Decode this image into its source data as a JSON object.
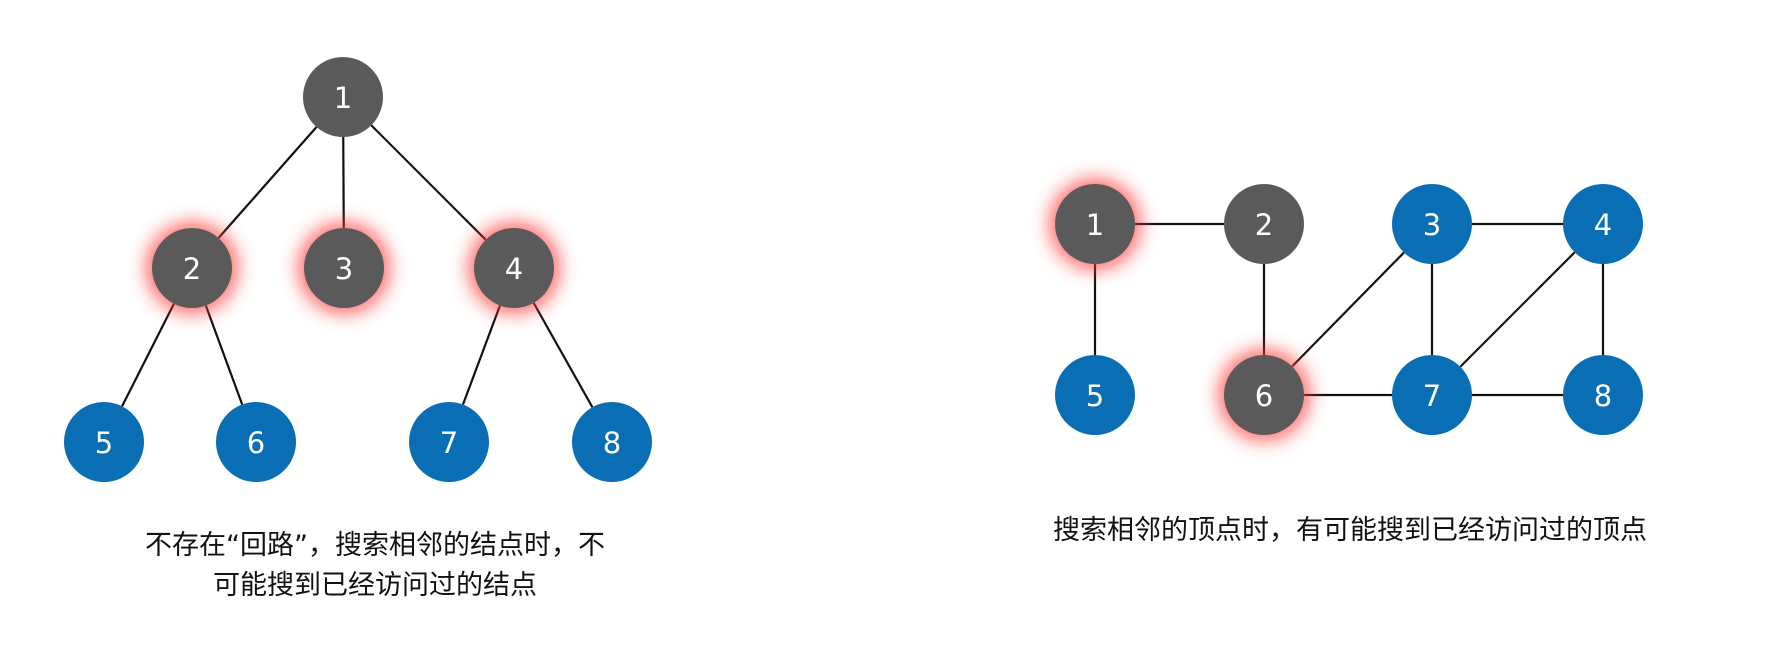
{
  "colors": {
    "visited": "#5a5a5a",
    "unvisited": "#0a6eb4",
    "highlight_glow": "#ff3b3b",
    "edge": "#111111"
  },
  "tree": {
    "nodes": [
      {
        "id": "1",
        "label": "1",
        "state": "visited",
        "highlight": false
      },
      {
        "id": "2",
        "label": "2",
        "state": "visited",
        "highlight": true
      },
      {
        "id": "3",
        "label": "3",
        "state": "visited",
        "highlight": true
      },
      {
        "id": "4",
        "label": "4",
        "state": "visited",
        "highlight": true
      },
      {
        "id": "5",
        "label": "5",
        "state": "unvisited",
        "highlight": false
      },
      {
        "id": "6",
        "label": "6",
        "state": "unvisited",
        "highlight": false
      },
      {
        "id": "7",
        "label": "7",
        "state": "unvisited",
        "highlight": false
      },
      {
        "id": "8",
        "label": "8",
        "state": "unvisited",
        "highlight": false
      }
    ],
    "edges": [
      [
        "1",
        "2"
      ],
      [
        "1",
        "3"
      ],
      [
        "1",
        "4"
      ],
      [
        "2",
        "5"
      ],
      [
        "2",
        "6"
      ],
      [
        "4",
        "7"
      ],
      [
        "4",
        "8"
      ]
    ],
    "caption_line1": "不存在“回路”，搜索相邻的结点时，不",
    "caption_line2": "可能搜到已经访问过的结点"
  },
  "graph": {
    "nodes": [
      {
        "id": "1",
        "label": "1",
        "state": "visited",
        "highlight": true
      },
      {
        "id": "2",
        "label": "2",
        "state": "visited",
        "highlight": false
      },
      {
        "id": "3",
        "label": "3",
        "state": "unvisited",
        "highlight": false
      },
      {
        "id": "4",
        "label": "4",
        "state": "unvisited",
        "highlight": false
      },
      {
        "id": "5",
        "label": "5",
        "state": "unvisited",
        "highlight": false
      },
      {
        "id": "6",
        "label": "6",
        "state": "visited",
        "highlight": true
      },
      {
        "id": "7",
        "label": "7",
        "state": "unvisited",
        "highlight": false
      },
      {
        "id": "8",
        "label": "8",
        "state": "unvisited",
        "highlight": false
      }
    ],
    "edges": [
      [
        "1",
        "2"
      ],
      [
        "1",
        "5"
      ],
      [
        "2",
        "6"
      ],
      [
        "3",
        "4"
      ],
      [
        "3",
        "6"
      ],
      [
        "3",
        "7"
      ],
      [
        "4",
        "7"
      ],
      [
        "4",
        "8"
      ],
      [
        "6",
        "7"
      ],
      [
        "7",
        "8"
      ]
    ],
    "caption": "搜索相邻的顶点时，有可能搜到已经访问过的顶点"
  }
}
